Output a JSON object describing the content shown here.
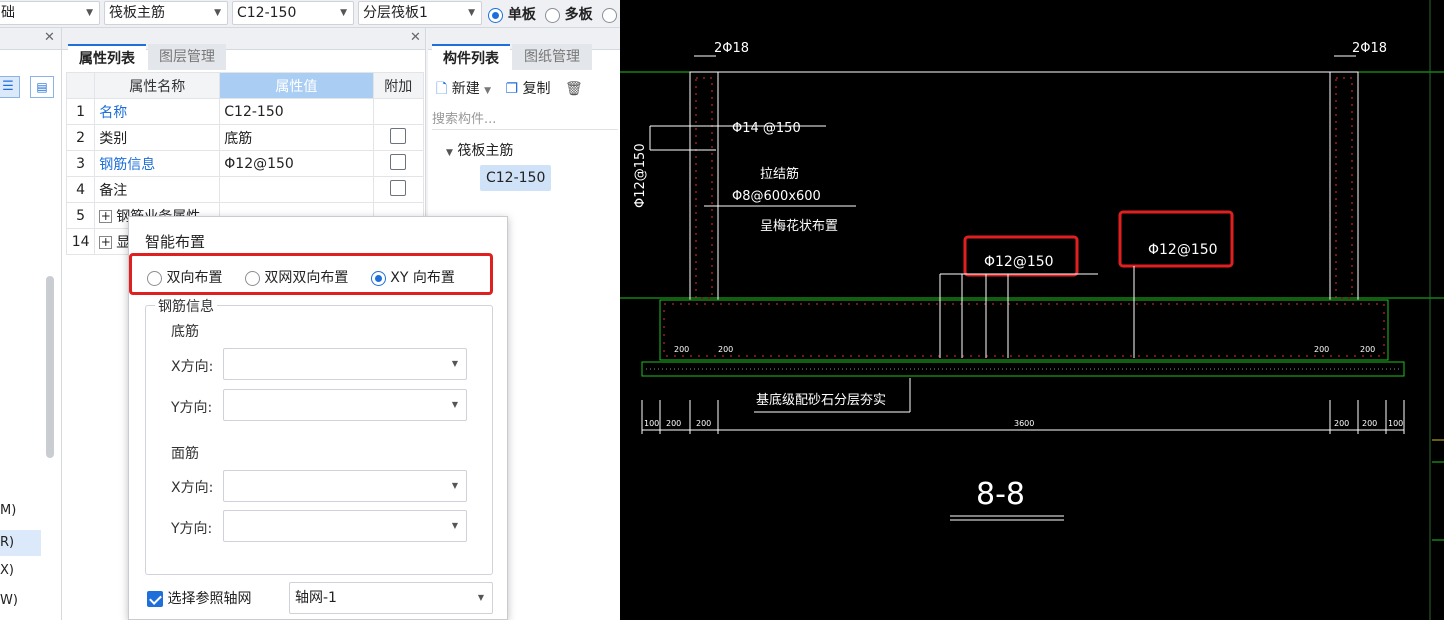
{
  "toolbar": {
    "combo1": "础",
    "combo2": "筏板主筋",
    "combo3": "C12-150",
    "combo4": "分层筏板1",
    "radio_single": "单板",
    "radio_multi": "多板"
  },
  "left_strip": {
    "items": [
      "M)",
      "R)",
      "X)",
      "W)"
    ]
  },
  "props_panel": {
    "tabs": [
      "属性列表",
      "图层管理"
    ],
    "headers": [
      "属性名称",
      "属性值",
      "附加"
    ],
    "rows": [
      {
        "num": "1",
        "name": "名称",
        "value": "C12-150"
      },
      {
        "num": "2",
        "name": "类别",
        "value": "底筋"
      },
      {
        "num": "3",
        "name": "钢筋信息",
        "value": "Φ12@150"
      },
      {
        "num": "4",
        "name": "备注",
        "value": ""
      },
      {
        "num": "5",
        "name": "钢筋业务属性",
        "value": ""
      },
      {
        "num": "14",
        "name": "显",
        "value": ""
      }
    ]
  },
  "component_panel": {
    "tabs": [
      "构件列表",
      "图纸管理"
    ],
    "new_label": "新建",
    "copy_label": "复制",
    "search_placeholder": "搜索构件...",
    "tree_parent": "筏板主筋",
    "tree_child": "C12-150"
  },
  "dialog": {
    "title": "智能布置",
    "radios": [
      "双向布置",
      "双网双向布置",
      "XY 向布置"
    ],
    "group_label": "钢筋信息",
    "bottom_label": "底筋",
    "top_label": "面筋",
    "x_dir": "X方向:",
    "y_dir": "Y方向:",
    "axis_check_label": "选择参照轴网",
    "axis_value": "轴网-1"
  },
  "cad": {
    "labels": {
      "top_left": "2Φ18",
      "top_right": "2Φ18",
      "dist_bar": "Φ14 @150",
      "left_vert": "Φ12@150",
      "tie_title": "拉结筋",
      "tie_spec": "Φ8@600x600",
      "tie_note": "呈梅花状布置",
      "red1": "Φ12@150",
      "red2": "Φ12@150",
      "base_note": "基底级配砂石分层夯实",
      "section": "8-8"
    },
    "dims": {
      "d_200_left": "200",
      "d_200_left2": "200",
      "d_200_right": "200",
      "d_200_right2": "200",
      "b_100_l": "100",
      "b_200_l1": "200",
      "b_200_l2": "200",
      "b_3600": "3600",
      "b_200_r1": "200",
      "b_200_r2": "200",
      "b_100_r": "100"
    },
    "colors": {
      "line": "#ffffff",
      "wall_hatch": "#e03030",
      "green": "#22c022",
      "highlight": "#e02020"
    }
  }
}
